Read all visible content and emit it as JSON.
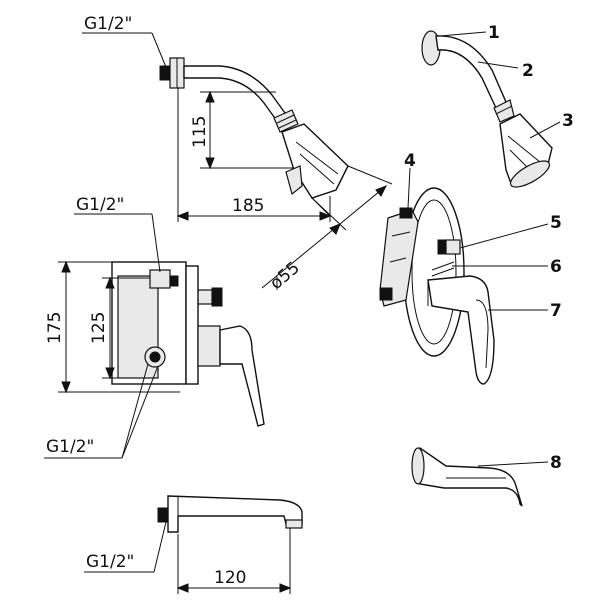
{
  "dimensions": {
    "shower_inlet_thread": "G1/2\"",
    "shower_drop": "115",
    "shower_projection": "185",
    "shower_head_diameter": "ø55",
    "valve_thread_top": "G1/2\"",
    "valve_height_outer": "175",
    "valve_height_inner": "125",
    "valve_thread_bottom": "G1/2\"",
    "spout_thread": "G1/2\"",
    "spout_length": "120"
  },
  "callouts": [
    "1",
    "2",
    "3",
    "4",
    "5",
    "6",
    "7",
    "8"
  ]
}
